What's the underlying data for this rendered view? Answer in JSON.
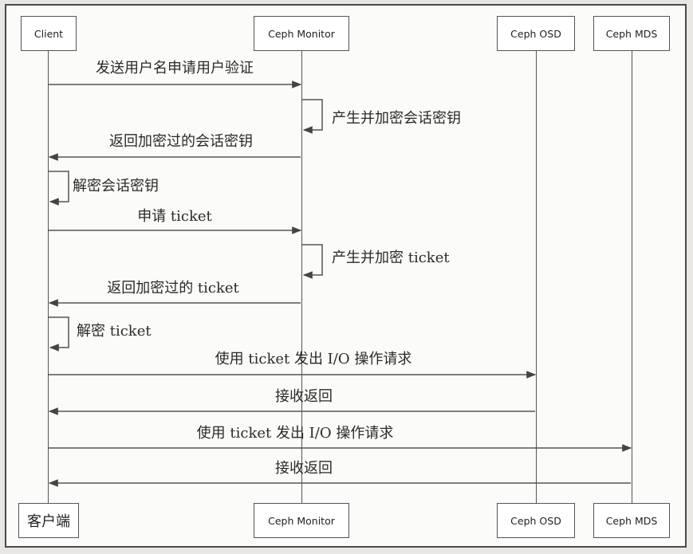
{
  "participants_top": [
    "Client",
    "Ceph Monitor",
    "Ceph OSD",
    "Ceph MDS"
  ],
  "participants_bottom": [
    "客户端",
    "Ceph Monitor",
    "Ceph OSD",
    "Ceph MDS"
  ],
  "messages": [
    "发送用户名申请用户验证",
    "产生并加密会话密钥",
    "返回加密过的会话密钥",
    "解密会话密钥",
    "申请 ticket",
    "产生并加密 ticket",
    "返回加密过的 ticket",
    "解密 ticket",
    "使用 ticket 发出 I/O 操作请求",
    "接收返回",
    "使用 ticket 发出 I/O 操作请求",
    "接收返回"
  ]
}
